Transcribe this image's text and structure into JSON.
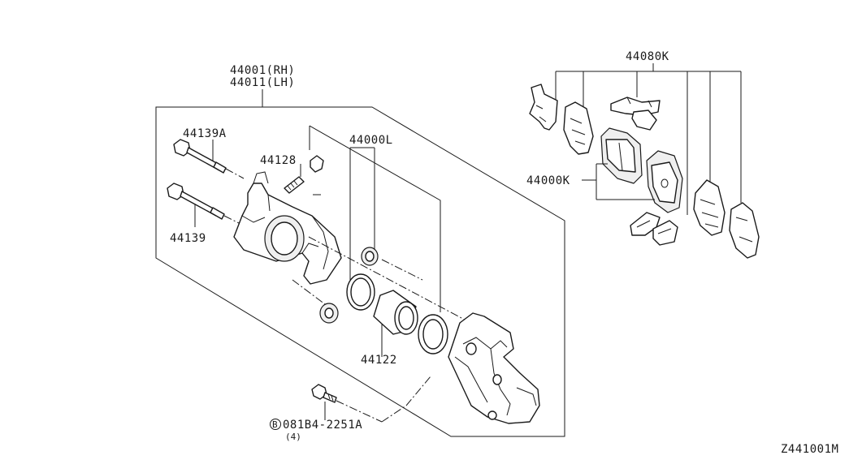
{
  "labels": {
    "caliper_rh": "44001(RH)",
    "caliper_lh": "44011(LH)",
    "bolt_upper": "44139A",
    "bleeder": "44128",
    "seal_kit": "44000L",
    "bolt_lower": "44139",
    "piston": "44122",
    "bolt_mount": "081B4-2251A",
    "bolt_mount_qty": "(4)",
    "bolt_mount_prefix": "B",
    "hardware_kit": "44080K",
    "pad_kit": "44000K",
    "diagram_code": "Z441001M"
  }
}
